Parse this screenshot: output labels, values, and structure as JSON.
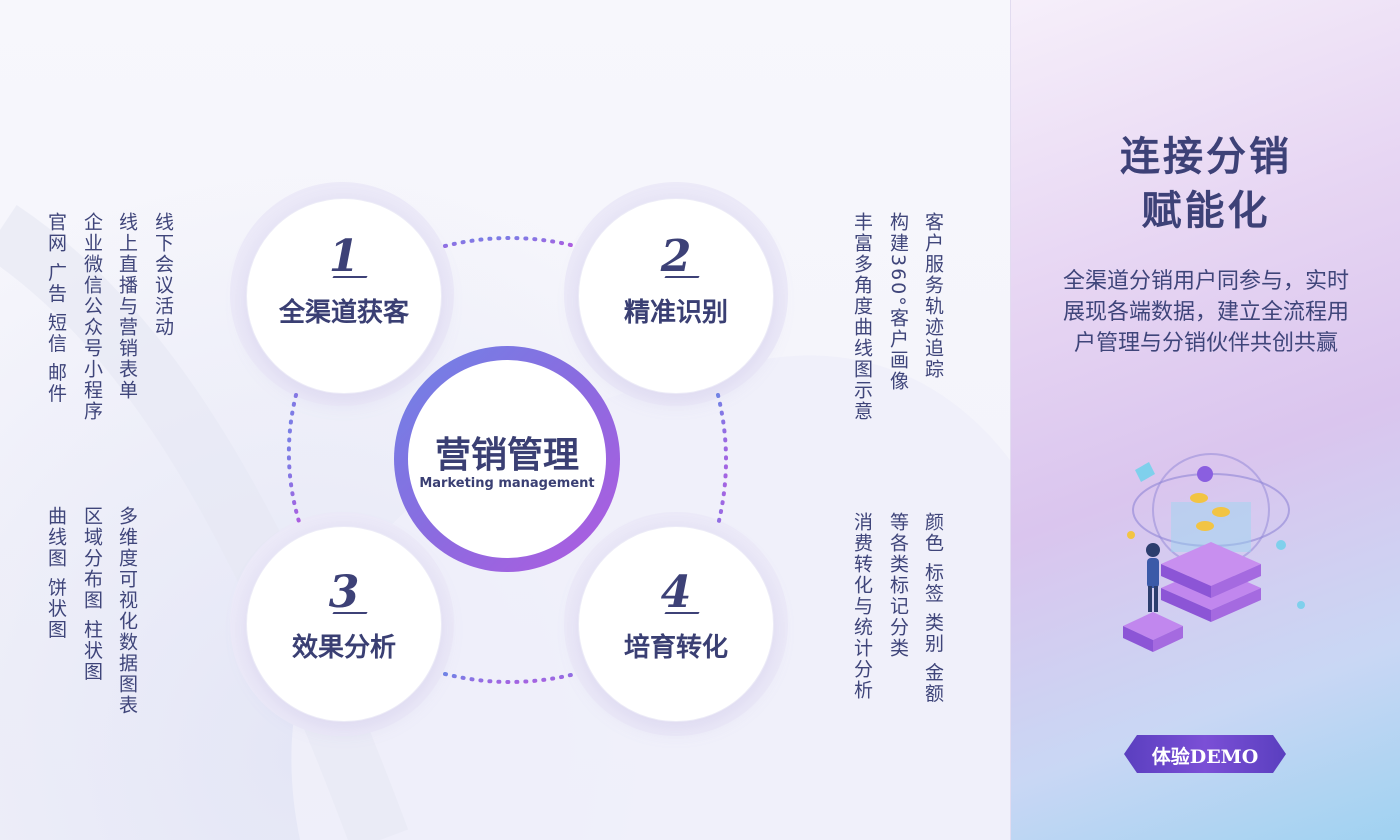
{
  "left_lists": {
    "col1": [
      "官网  广告  短信  邮件",
      "曲线图  饼状图"
    ],
    "col2": [
      "企业微信公众号小程序",
      "区域分布图  柱状图"
    ],
    "col3": [
      "线上直播与营销表单",
      "多维度可视化数据图表"
    ],
    "col4": [
      "线下会议活动"
    ]
  },
  "right_lists": {
    "col1": [
      "丰富多角度曲线图示意",
      "消费转化与统计分析"
    ],
    "col2": [
      "构建360°客户画像",
      "等各类标记分类"
    ],
    "col3": [
      "客户服务轨迹追踪",
      "颜色  标签  类别  金额"
    ]
  },
  "petals": [
    {
      "num": "1",
      "title": "全渠道获客"
    },
    {
      "num": "2",
      "title": "精准识别"
    },
    {
      "num": "3",
      "title": "效果分析"
    },
    {
      "num": "4",
      "title": "培育转化"
    }
  ],
  "center": {
    "title": "营销管理",
    "subtitle": "Marketing management"
  },
  "right_panel": {
    "title_line1": "连接分销",
    "title_line2": "赋能化",
    "description": "全渠道分销用户同参与，实时展现各端数据，建立全流程用户管理与分销伙伴共创共赢",
    "demo_button": "体验DEMO"
  },
  "colors": {
    "accent_start": "#6f84e6",
    "accent_end": "#b15be0",
    "text": "#3a3f73",
    "button": "#6a47cf"
  }
}
